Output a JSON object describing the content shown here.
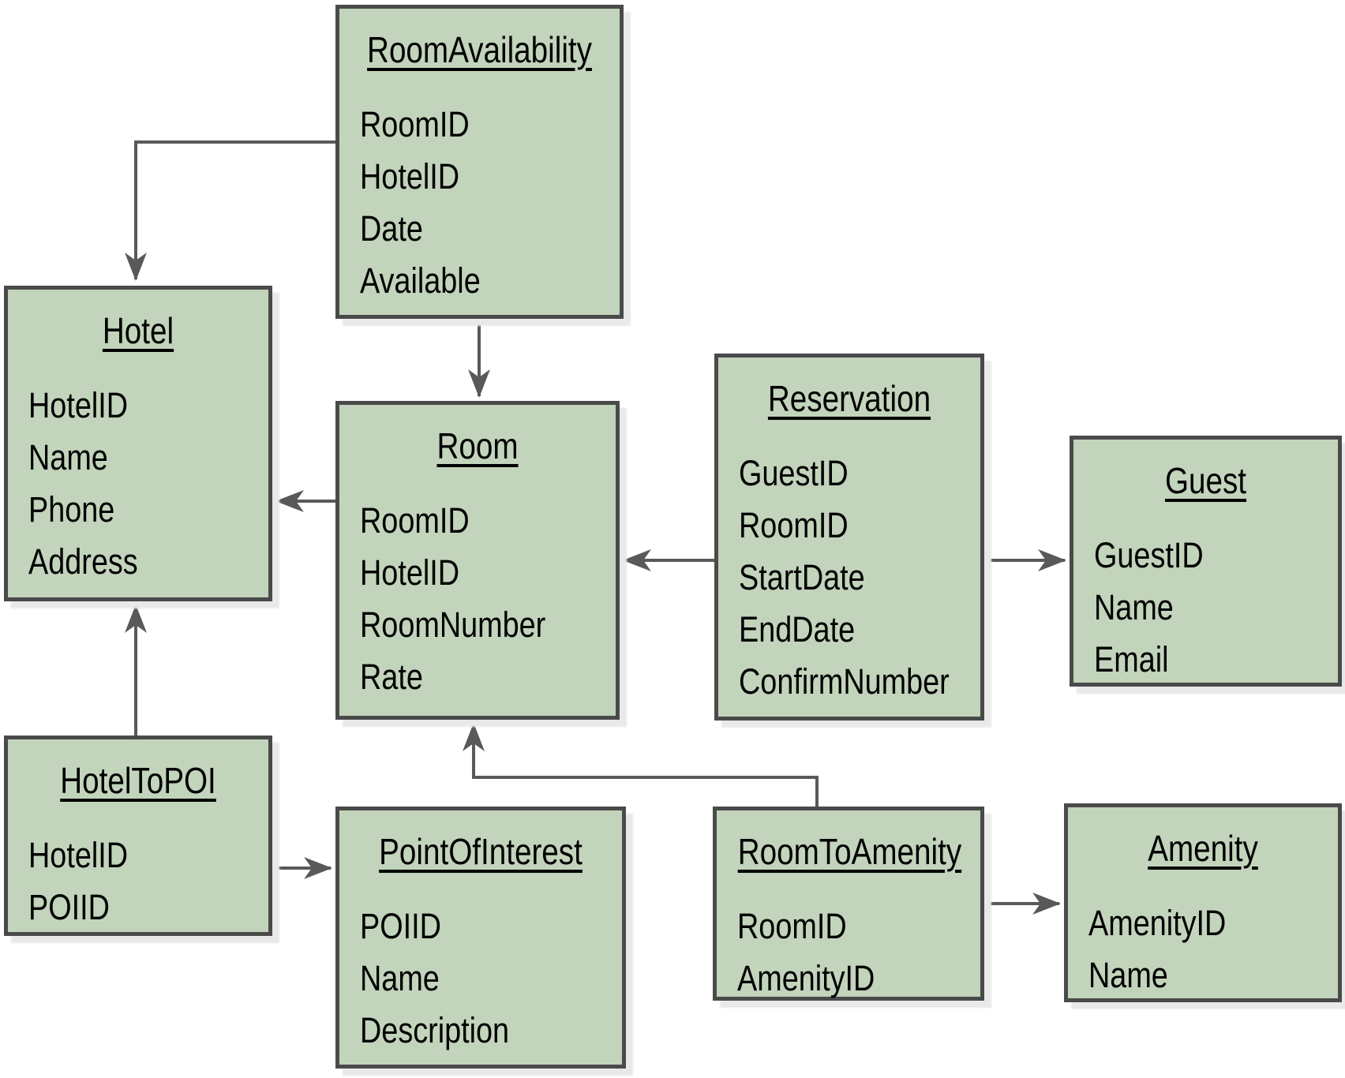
{
  "diagram_type": "entity-relationship-schema",
  "colors": {
    "box_fill": "#c2d4bb",
    "box_border": "#4a4a4a",
    "arrow": "#595959",
    "background": "#ffffff",
    "text": "#000000"
  },
  "entities": [
    {
      "title": "RoomAvailability",
      "fields": [
        "RoomID",
        "HotelID",
        "Date",
        "Available"
      ]
    },
    {
      "title": "Hotel",
      "fields": [
        "HotelID",
        "Name",
        "Phone",
        "Address"
      ]
    },
    {
      "title": "Room",
      "fields": [
        "RoomID",
        "HotelID",
        "RoomNumber",
        "Rate"
      ]
    },
    {
      "title": "Reservation",
      "fields": [
        "GuestID",
        "RoomID",
        "StartDate",
        "EndDate",
        "ConfirmNumber"
      ]
    },
    {
      "title": "Guest",
      "fields": [
        "GuestID",
        "Name",
        "Email"
      ]
    },
    {
      "title": "HotelToPOI",
      "fields": [
        "HotelID",
        "POIID"
      ]
    },
    {
      "title": "PointOfInterest",
      "fields": [
        "POIID",
        "Name",
        "Description"
      ]
    },
    {
      "title": "RoomToAmenity",
      "fields": [
        "RoomID",
        "AmenityID"
      ]
    },
    {
      "title": "Amenity",
      "fields": [
        "AmenityID",
        "Name"
      ]
    }
  ],
  "relationships": [
    {
      "from": "RoomAvailability",
      "to": "Hotel"
    },
    {
      "from": "RoomAvailability",
      "to": "Room"
    },
    {
      "from": "Room",
      "to": "Hotel"
    },
    {
      "from": "Reservation",
      "to": "Room"
    },
    {
      "from": "Reservation",
      "to": "Guest"
    },
    {
      "from": "HotelToPOI",
      "to": "Hotel"
    },
    {
      "from": "HotelToPOI",
      "to": "PointOfInterest"
    },
    {
      "from": "RoomToAmenity",
      "to": "Room"
    },
    {
      "from": "RoomToAmenity",
      "to": "Amenity"
    }
  ]
}
